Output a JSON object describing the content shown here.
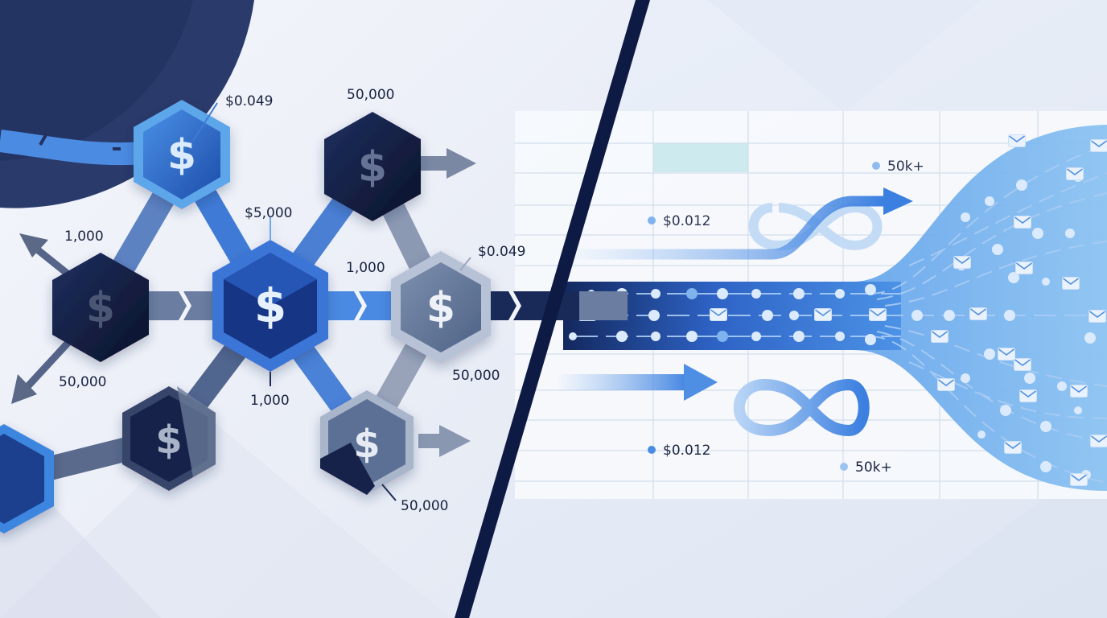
{
  "colors": {
    "background": "#eef1f8",
    "dark_navy": "#0f1d45",
    "blue": "#3b7fe0",
    "light_blue": "#7db5f0",
    "slate": "#5b6886",
    "grid_highlight": "#cdebef",
    "divider": "#0d1b44"
  },
  "left_panel": {
    "theme": "fragmented-per-unit-pricing",
    "nodes": [
      {
        "id": "n1",
        "style": "blue",
        "icon": "dollar-icon",
        "label": "$0.049"
      },
      {
        "id": "n2",
        "style": "dark",
        "icon": "dollar-icon",
        "label": "50,000"
      },
      {
        "id": "n3",
        "style": "blue-center",
        "icon": "dollar-icon",
        "label": "$5,000",
        "label_right": "1,000",
        "label_bottom": "1,000"
      },
      {
        "id": "n4",
        "style": "dark",
        "icon": "dollar-icon",
        "label": "1,000",
        "label_bottom": "50,000"
      },
      {
        "id": "n5",
        "style": "gray",
        "icon": "dollar-icon",
        "label": "$0.049",
        "label_bottom": "50,000"
      },
      {
        "id": "n6",
        "style": "dark-gray",
        "icon": "dollar-icon"
      },
      {
        "id": "n7",
        "style": "gray-dark",
        "icon": "dollar-icon",
        "label_bottom": "50,000"
      },
      {
        "id": "n8",
        "style": "blue-partial",
        "icon": "none"
      }
    ]
  },
  "right_panel": {
    "theme": "unlimited-flat-email-flow",
    "labels": [
      {
        "text": "50k+",
        "position": "top-right"
      },
      {
        "text": "$0.012",
        "position": "upper-left"
      },
      {
        "text": "$0.012",
        "position": "lower-left"
      },
      {
        "text": "50k+",
        "position": "bottom-center"
      }
    ],
    "icons": [
      "infinity-icon",
      "infinity-icon",
      "arrow-right-icon",
      "envelope-icon"
    ]
  }
}
